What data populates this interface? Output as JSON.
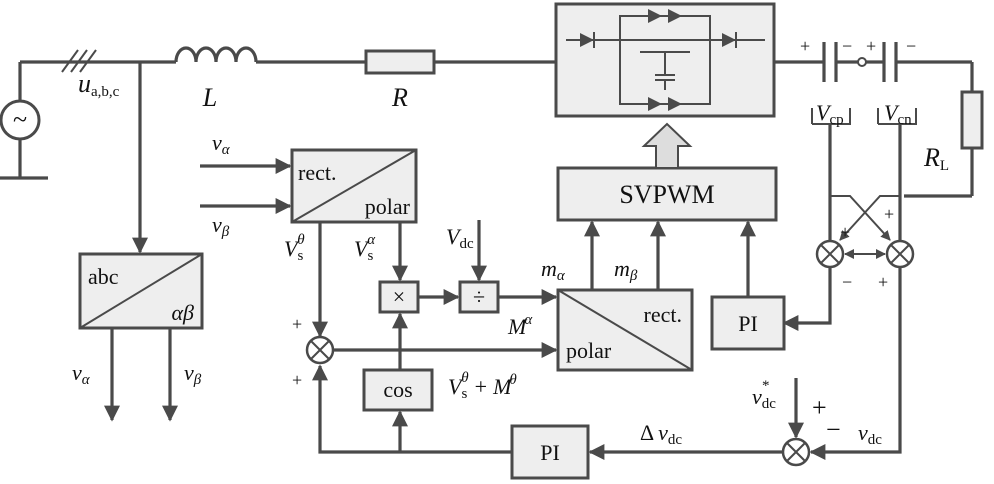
{
  "source": {
    "ac_symbol": "~",
    "voltage": "u",
    "voltage_sub": "a,b,c",
    "inductor": "L",
    "resistor": "R",
    "load": "R",
    "load_sub": "L"
  },
  "blocks": {
    "rect_polar_top": "rect.",
    "rect_polar_bottom": "polar",
    "abc": "abc",
    "alpha_beta": "αβ",
    "svpwm": "SVPWM",
    "pi_right": "PI",
    "pi_bottom": "PI",
    "cos": "cos",
    "multiply": "×",
    "divide": "÷",
    "rect2_top": "rect.",
    "rect2_bottom": "polar"
  },
  "signals": {
    "v": "v",
    "V": "V",
    "alpha": "α",
    "beta": "β",
    "theta": "θ",
    "s": "s",
    "M": "M",
    "m": "m",
    "dc": "dc",
    "cp": "cp",
    "cn": "cn",
    "plus": "+",
    "minus": "−",
    "star": "*",
    "delta": "Δ",
    "sum_expr_plus": "+"
  },
  "colors": {
    "line": "#4a4a4a",
    "block_fill": "#eeeeee",
    "text": "#111111"
  }
}
